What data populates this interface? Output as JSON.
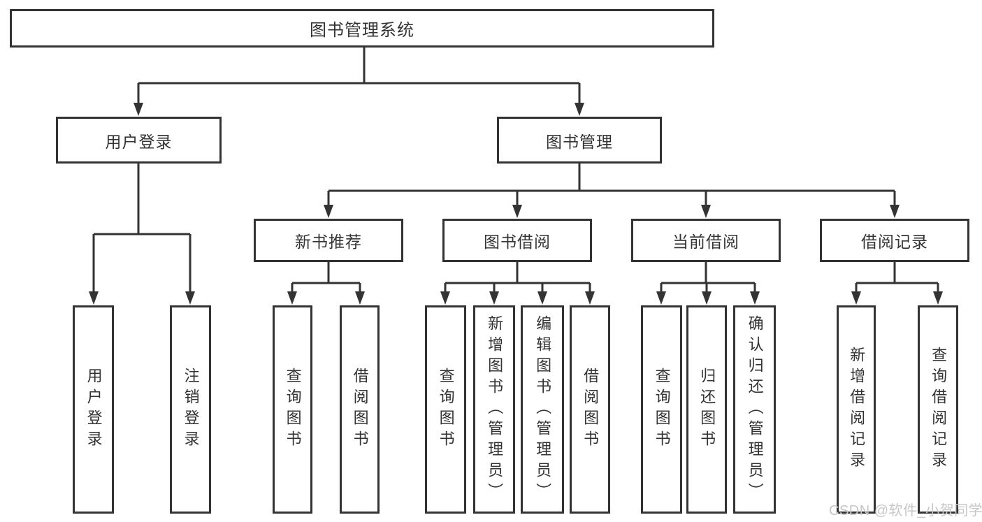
{
  "tree": {
    "root_label": "图书管理系统",
    "branches": [
      {
        "label": "用户登录",
        "children": [
          {
            "label": "用户登录"
          },
          {
            "label": "注销登录"
          }
        ]
      },
      {
        "label": "图书管理",
        "sections": [
          {
            "label": "新书推荐",
            "children": [
              {
                "label": "查询图书"
              },
              {
                "label": "借阅图书"
              }
            ]
          },
          {
            "label": "图书借阅",
            "children": [
              {
                "label": "查询图书"
              },
              {
                "label": "新增图书（管理员）"
              },
              {
                "label": "编辑图书（管理员）"
              },
              {
                "label": "借阅图书"
              }
            ]
          },
          {
            "label": "当前借阅",
            "children": [
              {
                "label": "查询图书"
              },
              {
                "label": "归还图书"
              },
              {
                "label": "确认归还（管理员）"
              }
            ]
          },
          {
            "label": "借阅记录",
            "children": [
              {
                "label": "新增借阅记录"
              },
              {
                "label": "查询借阅记录"
              }
            ]
          }
        ]
      }
    ]
  },
  "watermark": {
    "text": "CSDN @软件_小贺同学"
  },
  "colors": {
    "line": "#333333",
    "text": "#333333",
    "box_background": "#ffffff",
    "watermark": "#c6c6c6",
    "background": "#ffffff"
  }
}
